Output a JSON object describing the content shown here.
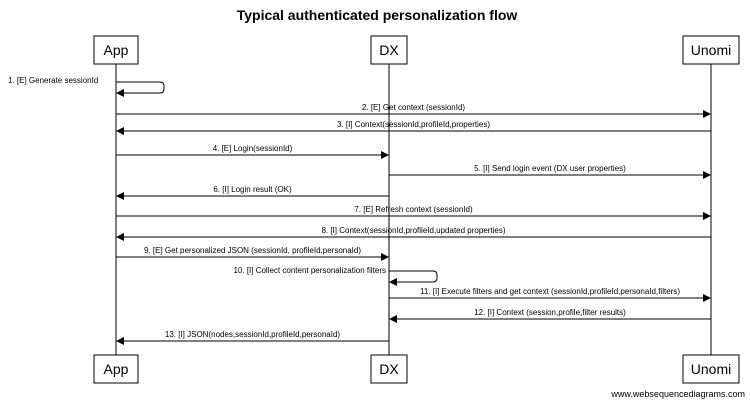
{
  "diagram": {
    "title": "Typical authenticated personalization flow",
    "footer": "www.websequencediagrams.com",
    "participants": [
      {
        "id": "app",
        "label": "App"
      },
      {
        "id": "dx",
        "label": "DX"
      },
      {
        "id": "unomi",
        "label": "Unomi"
      }
    ],
    "messages": [
      {
        "from": "app",
        "to": "app",
        "label": "1. [E] Generate sessionId"
      },
      {
        "from": "app",
        "to": "unomi",
        "label": "2. [E] Get context (sessionId)"
      },
      {
        "from": "unomi",
        "to": "app",
        "label": "3. [I] Context(sessionId,profileId,properties)"
      },
      {
        "from": "app",
        "to": "dx",
        "label": "4. [E] Login(sessionId)"
      },
      {
        "from": "dx",
        "to": "unomi",
        "label": "5. [I] Send login event (DX user properties)"
      },
      {
        "from": "dx",
        "to": "app",
        "label": "6. [I] Login result (OK)"
      },
      {
        "from": "app",
        "to": "unomi",
        "label": "7. [E] Refresh context (sessionId)"
      },
      {
        "from": "unomi",
        "to": "app",
        "label": "8. [I] Context(sessionId,profileId,updated properties)"
      },
      {
        "from": "app",
        "to": "dx",
        "label": "9. [E] Get personalized JSON (sessionId, profileId,personaId)"
      },
      {
        "from": "dx",
        "to": "dx",
        "label": "10. [I] Collect content personalization filters"
      },
      {
        "from": "dx",
        "to": "unomi",
        "label": "11. [I] Execute filters and get context (sessionId,profileId,personaId,filters)"
      },
      {
        "from": "unomi",
        "to": "dx",
        "label": "12. [I] Context (session,profile,filter results)"
      },
      {
        "from": "dx",
        "to": "app",
        "label": "13. [I] JSON(nodes,sessionId,profileId,personaId)"
      }
    ]
  }
}
